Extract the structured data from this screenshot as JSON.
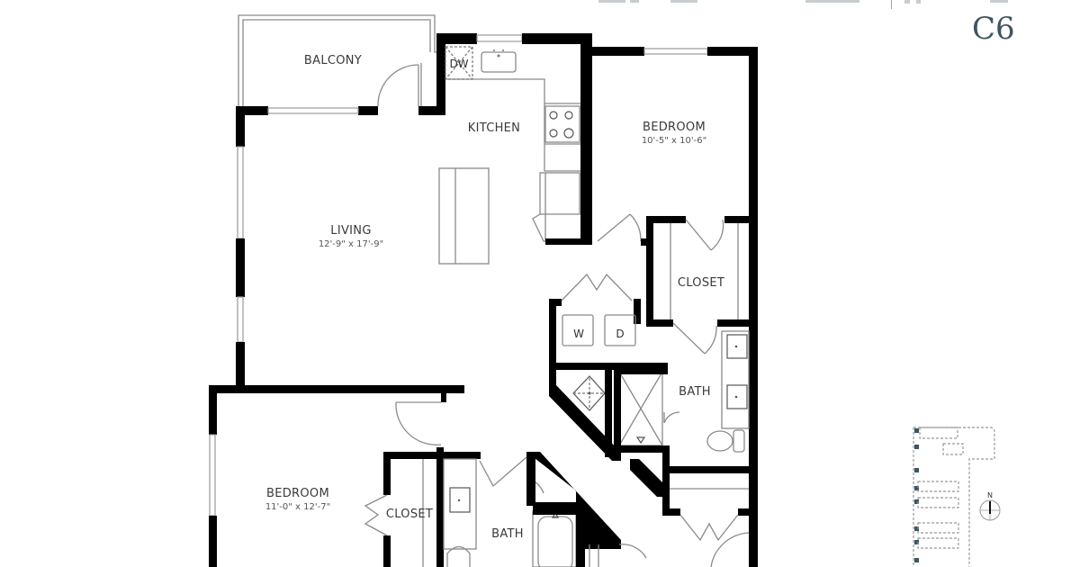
{
  "header": {
    "unit_code": "C6",
    "unit_code_color": "#3d5560"
  },
  "rooms": {
    "balcony": {
      "label": "BALCONY"
    },
    "kitchen": {
      "label": "KITCHEN"
    },
    "living": {
      "label": "LIVING",
      "dimensions": "12'-9\" x 17'-9\""
    },
    "bedroom_1": {
      "label": "BEDROOM",
      "dimensions": "10'-5\" x 10'-6\""
    },
    "bedroom_2": {
      "label": "BEDROOM",
      "dimensions": "11'-0\" x 12'-7\""
    },
    "closet_1": {
      "label": "CLOSET"
    },
    "closet_2": {
      "label": "CLOSET"
    },
    "bath_1": {
      "label": "BATH"
    },
    "bath_2": {
      "label": "BATH"
    }
  },
  "fixtures": {
    "dishwasher": "DW",
    "washer": "W",
    "dryer": "D"
  },
  "keyplan": {
    "compass_label": "N"
  },
  "colors": {
    "wall": "#000000",
    "fixture_line": "#8a8a8a",
    "background": "#ffffff"
  }
}
